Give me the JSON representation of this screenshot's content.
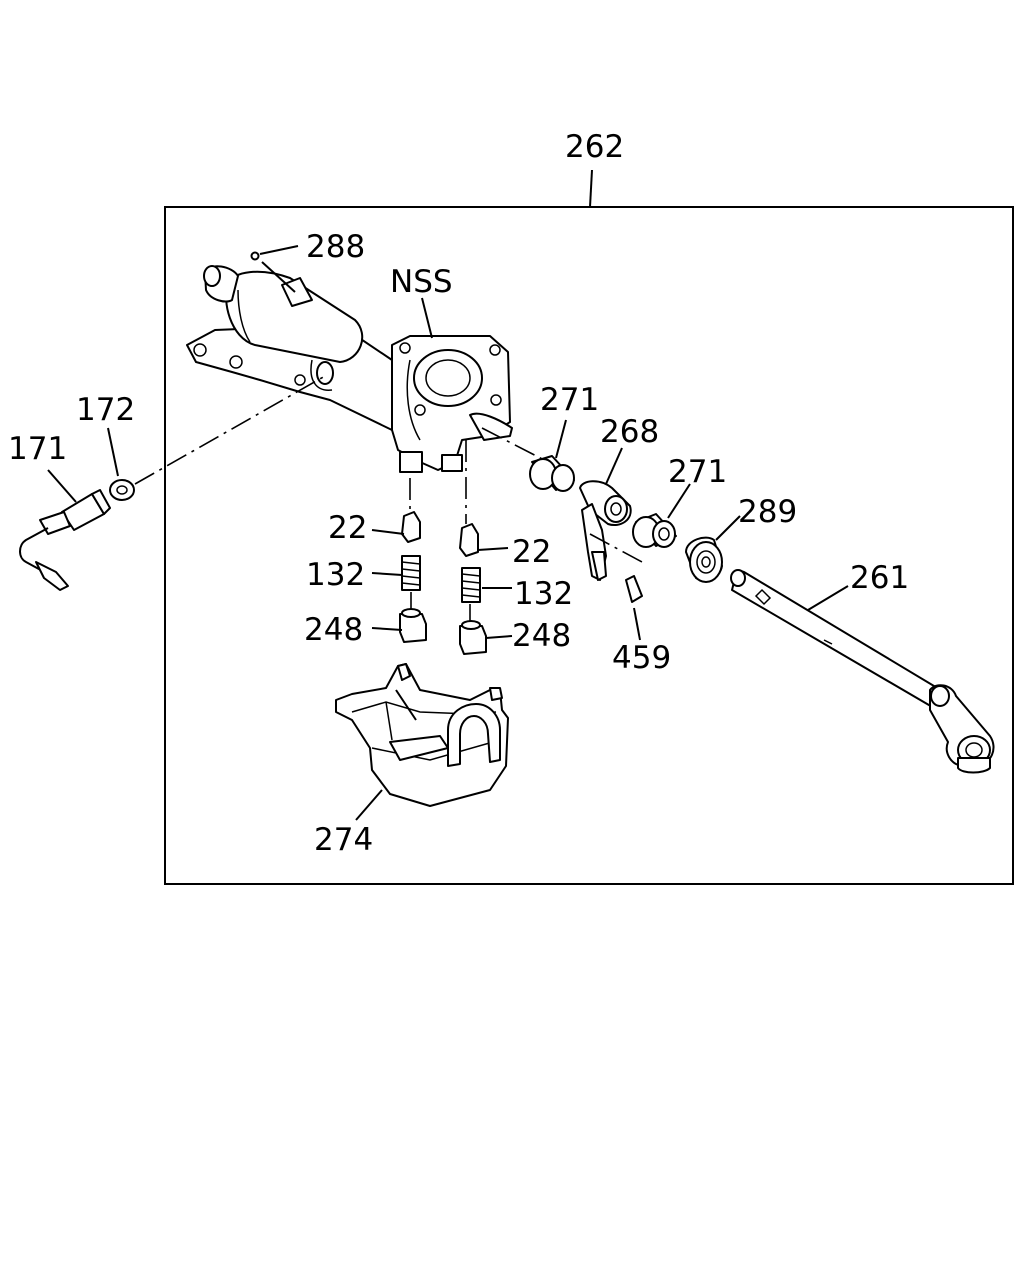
{
  "labels": {
    "assembly": "262",
    "pin": "288",
    "not_serviced": "NSS",
    "washer": "172",
    "switch": "171",
    "bushing_upper": "271",
    "lever": "268",
    "bushing_lower": "271",
    "bearing": "289",
    "shaft": "261",
    "detent_left": "22",
    "detent_right": "22",
    "spring_left": "132",
    "spring_right": "132",
    "plug_left": "248",
    "plug_right": "248",
    "roll_pin": "459",
    "cover": "274"
  }
}
